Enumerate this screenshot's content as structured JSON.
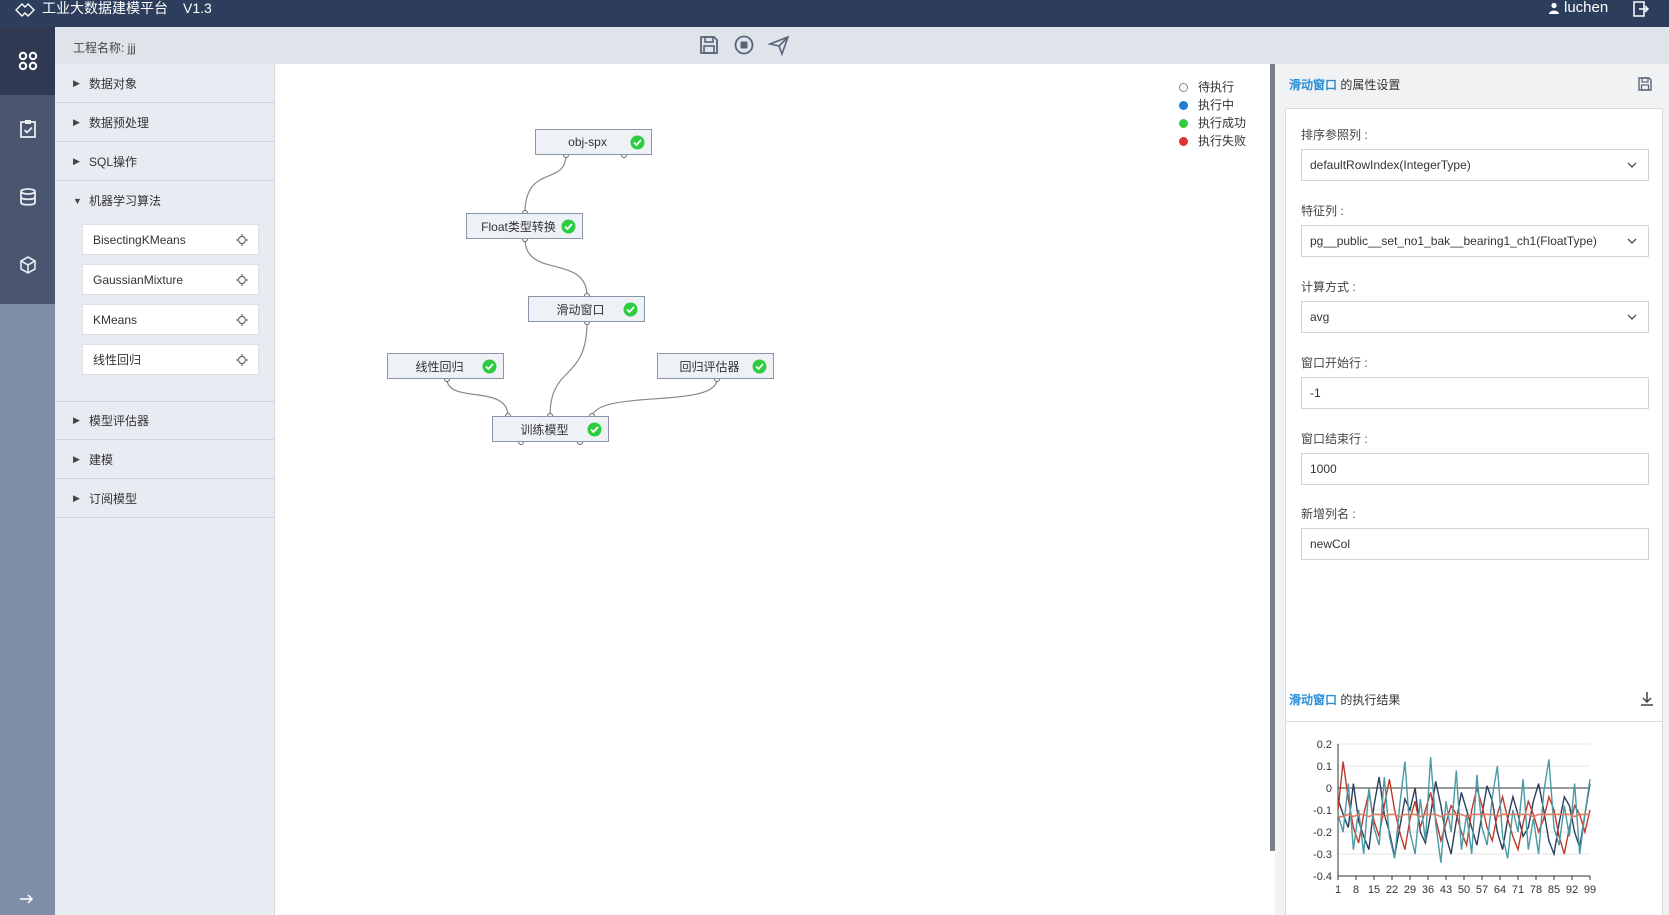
{
  "app": {
    "title": "工业大数据建模平台",
    "version": "V1.3",
    "user": "luchen"
  },
  "colors": {
    "topbar": "#2c3e5c",
    "accent": "#2b8fd6",
    "success": "#2ecc40",
    "running": "#1e7bd6",
    "failed": "#e03030",
    "pending": "#888888"
  },
  "project": {
    "label": "工程名称: jjj"
  },
  "toolbar": {
    "icons": [
      "save-icon",
      "stop-icon",
      "send-icon"
    ]
  },
  "rail": {
    "icons": [
      "apps-icon",
      "task-icon",
      "database-icon",
      "cube-icon"
    ]
  },
  "tree": {
    "groups": [
      "数据对象",
      "数据预处理",
      "SQL操作",
      "机器学习算法"
    ],
    "ml_items": [
      "BisectingKMeans",
      "GaussianMixture",
      "KMeans",
      "线性回归"
    ],
    "groups_after": [
      "模型评估器",
      "建模",
      "订阅模型"
    ]
  },
  "canvas": {
    "nodes": [
      "obj-spx",
      "Float类型转换",
      "滑动窗口",
      "线性回归",
      "回归评估器",
      "训练模型"
    ],
    "legend": [
      "待执行",
      "执行中",
      "执行成功",
      "执行失败"
    ]
  },
  "props": {
    "title_highlight": "滑动窗口",
    "title_suffix": "的属性设置",
    "fields": [
      {
        "label": "排序参照列 :",
        "value": "defaultRowIndex(IntegerType)"
      },
      {
        "label": "特征列 :",
        "value": "pg__public__set_no1_bak__bearing1_ch1(FloatType)"
      },
      {
        "label": "计算方式 :",
        "value": "avg"
      },
      {
        "label": "窗口开始行 :",
        "value": "-1"
      },
      {
        "label": "窗口结束行 :",
        "value": "1000"
      },
      {
        "label": "新增列名 :",
        "value": "newCol"
      }
    ]
  },
  "results": {
    "title_highlight": "滑动窗口",
    "title_suffix": "的执行结果"
  },
  "chart_data": {
    "type": "line",
    "ylim": [
      -0.4,
      0.2
    ],
    "yticks": [
      "0.2",
      "0.1",
      "0",
      "-0.1",
      "-0.2",
      "-0.3",
      "-0.4"
    ],
    "xticks": [
      "1",
      "8",
      "15",
      "22",
      "29",
      "36",
      "43",
      "50",
      "57",
      "64",
      "71",
      "78",
      "85",
      "92",
      "99"
    ],
    "x_start": 1,
    "x_end": 99,
    "series": [
      {
        "color": "#2c3e5c",
        "values": [
          -0.05,
          -0.12,
          -0.18,
          0.02,
          -0.15,
          -0.22,
          -0.28,
          -0.08,
          0.05,
          -0.12,
          -0.2,
          -0.31,
          -0.18,
          -0.05,
          -0.1,
          0.0,
          -0.2,
          -0.25,
          -0.12,
          0.03,
          -0.08,
          -0.22,
          -0.3,
          -0.15,
          -0.02,
          -0.1,
          -0.18,
          -0.26,
          -0.12,
          0.01,
          -0.06,
          -0.2,
          -0.28,
          -0.14,
          -0.04,
          -0.12,
          -0.22,
          -0.18,
          -0.06,
          0.02,
          -0.1,
          -0.24,
          -0.3,
          -0.16,
          -0.04,
          -0.08,
          -0.2,
          -0.27,
          -0.12,
          0.02
        ]
      },
      {
        "color": "#c0392b",
        "values": [
          -0.1,
          0.12,
          -0.05,
          -0.18,
          -0.25,
          -0.12,
          -0.02,
          -0.15,
          -0.22,
          -0.08,
          0.04,
          -0.1,
          -0.2,
          -0.28,
          -0.14,
          -0.06,
          -0.18,
          -0.1,
          -0.02,
          -0.14,
          -0.24,
          -0.16,
          -0.08,
          -0.12,
          -0.2,
          -0.26,
          -0.1,
          0.0,
          -0.08,
          -0.18,
          -0.24,
          -0.12,
          -0.04,
          -0.14,
          -0.22,
          -0.28,
          -0.16,
          -0.06,
          -0.12,
          -0.2,
          -0.14,
          -0.04,
          -0.1,
          -0.22,
          -0.3,
          -0.18,
          -0.08,
          -0.12,
          -0.2,
          -0.1
        ]
      },
      {
        "color": "#4a9aa5",
        "values": [
          -0.12,
          -0.2,
          0.02,
          -0.28,
          -0.1,
          -0.3,
          0.0,
          -0.18,
          -0.26,
          0.05,
          -0.22,
          -0.32,
          -0.08,
          0.12,
          -0.2,
          -0.3,
          -0.05,
          -0.24,
          0.14,
          -0.16,
          -0.34,
          -0.06,
          -0.2,
          0.08,
          -0.28,
          -0.12,
          -0.3,
          0.06,
          -0.18,
          -0.26,
          -0.04,
          0.1,
          -0.22,
          -0.32,
          -0.1,
          -0.2,
          0.04,
          -0.28,
          -0.14,
          -0.3,
          -0.02,
          0.13,
          -0.18,
          -0.26,
          -0.08,
          -0.22,
          0.02,
          -0.3,
          -0.12,
          0.04
        ]
      },
      {
        "color": "#e07b5f",
        "values": [
          -0.13,
          -0.13,
          -0.12,
          -0.13,
          -0.12,
          -0.12,
          -0.13,
          -0.12,
          -0.12,
          -0.13,
          -0.12,
          -0.12,
          -0.13,
          -0.12,
          -0.12,
          -0.12,
          -0.13,
          -0.12,
          -0.12,
          -0.12,
          -0.13,
          -0.12,
          -0.12,
          -0.12,
          -0.12,
          -0.13,
          -0.12,
          -0.12,
          -0.12,
          -0.12,
          -0.12,
          -0.13,
          -0.12,
          -0.12,
          -0.12,
          -0.12,
          -0.12,
          -0.12,
          -0.13,
          -0.12,
          -0.12,
          -0.12,
          -0.12,
          -0.12,
          -0.12,
          -0.12,
          -0.13,
          -0.12,
          -0.12,
          -0.12
        ]
      }
    ]
  }
}
